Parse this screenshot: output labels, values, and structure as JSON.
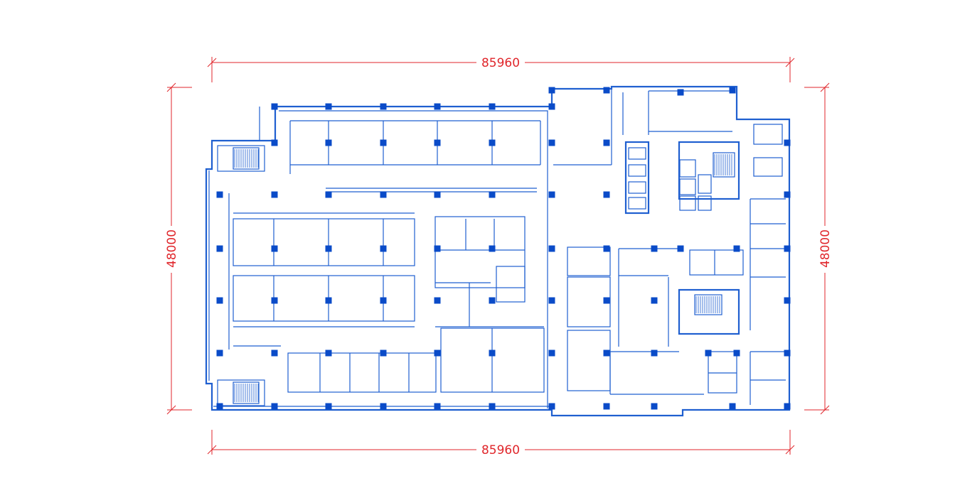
{
  "dimensions": {
    "top_width": "85960",
    "bottom_width": "85960",
    "left_height": "48000",
    "right_height": "48000"
  },
  "colors": {
    "dimension": "#e0262b",
    "walls": "#1f5fd0",
    "columns": "#0a4bc8"
  }
}
